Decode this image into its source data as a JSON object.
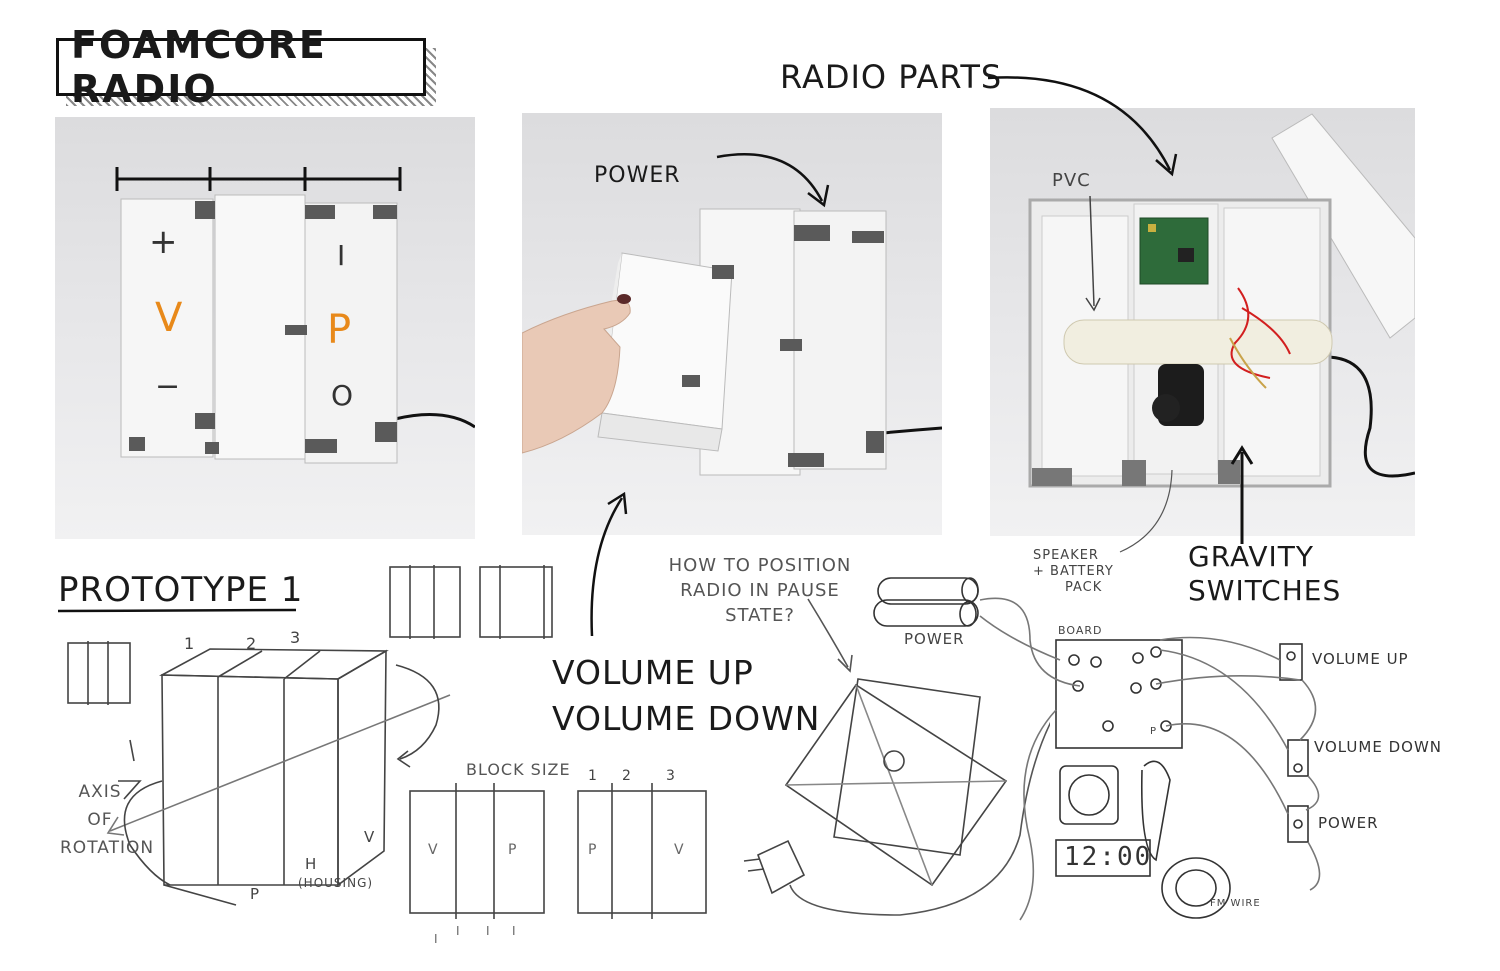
{
  "title": "FOAMCORE RADIO",
  "photo1": {
    "panel_labels": [
      "+",
      "V",
      "−",
      "I",
      "P",
      "O"
    ]
  },
  "photo2": {
    "power_label": "POWER"
  },
  "photo3": {
    "radio_parts_label": "RADIO PARTS",
    "pvc_label": "PVC"
  },
  "annotations": {
    "speaker_battery": [
      "SPEAKER",
      "+ BATTERY",
      "PACK"
    ],
    "gravity_switches": [
      "GRAVITY",
      "SWITCHES"
    ],
    "prototype_label": "PROTOTYPE 1",
    "volume_up_down": [
      "VOLUME UP",
      "VOLUME DOWN"
    ],
    "how_to_position": [
      "HOW TO POSITION",
      "RADIO IN PAUSE",
      "STATE?"
    ],
    "axis_of_rotation": [
      "AXIS",
      "OF",
      "ROTATION"
    ],
    "block_size": "BLOCK SIZE",
    "block_numbers": [
      "1",
      "2",
      "3"
    ],
    "cube_numbers": [
      "1",
      "2",
      "3"
    ],
    "cube_bottom": [
      "P",
      "H",
      "(HOUSING)",
      "V"
    ],
    "block_letters_a": [
      "V",
      "P"
    ],
    "block_letters_b": [
      "P",
      "V"
    ],
    "bottom_ticks": [
      "I",
      "I",
      "I",
      "I"
    ]
  },
  "wiring": {
    "power": "POWER",
    "board": "BOARD",
    "board_p": "P",
    "volume_up": "VOLUME UP",
    "volume_down": "VOLUME DOWN",
    "power_switch": "POWER",
    "clock": "12:00",
    "fm_wire": "FM WIRE"
  },
  "colors": {
    "ink": "#1a1a1a",
    "pencil": "#555555",
    "orange": "#e8891a",
    "foam": "#f4f4f4",
    "tape": "#5a5a5a",
    "pcb": "#2e6b3a"
  }
}
